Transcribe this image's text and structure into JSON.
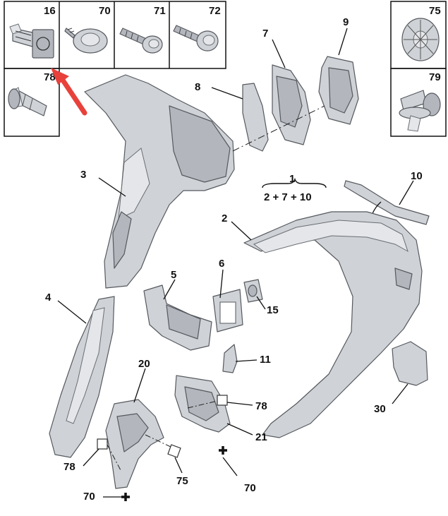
{
  "diagram": {
    "inset_labels": [
      "16",
      "70",
      "71",
      "72",
      "78",
      "75",
      "79"
    ],
    "formula": {
      "number": "1",
      "expression": "2 + 7 + 10"
    },
    "callouts": {
      "c3": "3",
      "c4": "4",
      "c2": "2",
      "c5": "5",
      "c6": "6",
      "c7": "7",
      "c8": "8",
      "c9": "9",
      "c10": "10",
      "c11": "11",
      "c15": "15",
      "c20": "20",
      "c21": "21",
      "c30": "30",
      "c78a": "78",
      "c78b": "78",
      "c75": "75",
      "c70a": "70",
      "c70b": "70"
    },
    "accent_color": "#e8413c"
  }
}
